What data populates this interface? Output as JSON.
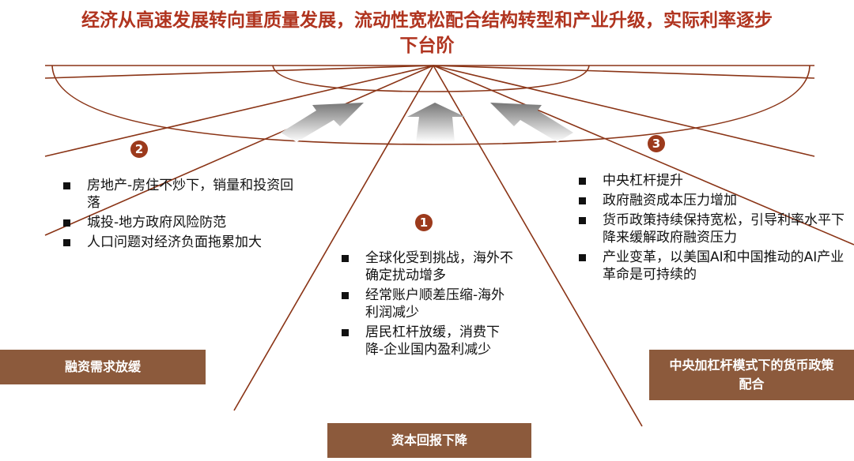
{
  "title": "经济从高速发展转向重质量发展，流动性宽松配合结构转型和产业升级，实际利率逐步下台阶",
  "sections": [
    {
      "number": "2",
      "label": "融资需求放缓",
      "bullets": [
        "房地产-房住不炒下，销量和投资回落",
        "城投-地方政府风险防范",
        "人口问题对经济负面拖累加大"
      ]
    },
    {
      "number": "1",
      "label": "资本回报下降",
      "bullets": [
        "全球化受到挑战，海外不确定扰动增多",
        "经常账户顺差压缩-海外利润减少",
        "居民杠杆放缓，消费下降-企业国内盈利减少"
      ]
    },
    {
      "number": "3",
      "label": "中央加杠杆模式下的货币政策配合",
      "bullets": [
        "中央杠杆提升",
        "政府融资成本压力增加",
        "货币政策持续保持宽松，引导利率水平下降来缓解政府融资压力",
        "产业变革，以美国AI和中国推动的AI产业革命是可持续的"
      ]
    }
  ],
  "colors": {
    "title": "#b0341f",
    "line": "#8a3416",
    "box": "#8c5a3c"
  }
}
